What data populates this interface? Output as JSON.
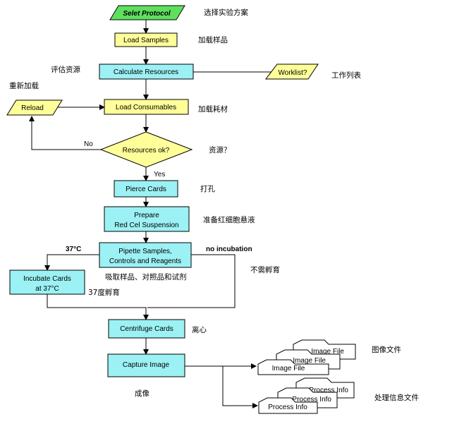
{
  "colors": {
    "yellow": "#ffff99",
    "cyan": "#9cf1f4",
    "green": "#5ee05e",
    "doc": "#ffffff",
    "line": "#000000"
  },
  "nodes": {
    "select_protocol": "Selet Protocol",
    "load_samples": "Load Samples",
    "calculate_resources": "Calculate Resources",
    "worklist": "Worklist?",
    "reload": "Reload",
    "load_consumables": "Load Consumables",
    "resources_ok": "Resources ok?",
    "pierce_cards": "Pierce Cards",
    "prepare_line1": "Prepare",
    "prepare_line2": "Red Cel Suspension",
    "pipette_line1": "Pipette Samples,",
    "pipette_line2": "Controls and Reagents",
    "incubate_line1": "Incubate Cards",
    "incubate_line2": "at 37°C",
    "centrifuge_cards": "Centrifuge Cards",
    "capture_image": "Capture Image",
    "image_file_back": "Image File",
    "image_file_mid": "Image File",
    "image_file_front": "Image File",
    "process_info_back": "Process Info",
    "process_info_mid": "Process Info",
    "process_info_front": "Process Info"
  },
  "edge_labels": {
    "no": "No",
    "yes": "Yes",
    "temp_37": "37°C",
    "no_incubation": "no incubation"
  },
  "annotations": {
    "select_protocol_cn": "选择实验方案",
    "load_samples_cn": "加载样品",
    "calculate_resources_cn": "评估资源",
    "worklist_cn": "工作列表",
    "reload_cn": "重新加载",
    "load_consumables_cn": "加载耗材",
    "resources_ok_cn": "资源？",
    "pierce_cards_cn": "打孔",
    "prepare_cn": "准备红细胞悬液",
    "no_incubation_cn": "不需孵育",
    "pipette_cn": "吸取样品、对照品和试剂",
    "incubate_cn": "37度孵育",
    "centrifuge_cn": "离心",
    "image_file_cn": "图像文件",
    "capture_image_cn": "成像",
    "process_info_cn": "处理信息文件"
  }
}
